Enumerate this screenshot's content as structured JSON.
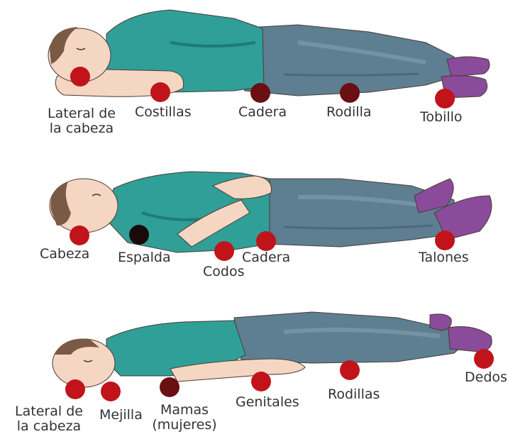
{
  "colors": {
    "skin": "#f4d6c3",
    "skin_shadow": "#dfb7a0",
    "hair": "#7a5a45",
    "shirt": "#2f9f98",
    "shirt_dark": "#227a75",
    "pants": "#5d7f91",
    "pants_light": "#7393a4",
    "socks": "#8a4b9a",
    "marker_red": "#c0141a",
    "marker_dark": "#6a0f12",
    "marker_black": "#1a0a0a",
    "outline": "#4a3a34"
  },
  "panels": [
    {
      "position": "side-lying",
      "labels": [
        {
          "key": "head_side",
          "text": "Lateral de\nla cabeza"
        },
        {
          "key": "ribs",
          "text": "Costillas"
        },
        {
          "key": "hip",
          "text": "Cadera"
        },
        {
          "key": "knee",
          "text": "Rodilla"
        },
        {
          "key": "ankle",
          "text": "Tobillo"
        }
      ]
    },
    {
      "position": "supine",
      "labels": [
        {
          "key": "head",
          "text": "Cabeza"
        },
        {
          "key": "back",
          "text": "Espalda"
        },
        {
          "key": "elbows",
          "text": "Codos"
        },
        {
          "key": "hip",
          "text": "Cadera"
        },
        {
          "key": "heels",
          "text": "Talones"
        }
      ]
    },
    {
      "position": "prone",
      "labels": [
        {
          "key": "head_side",
          "text": "Lateral de\nla cabeza"
        },
        {
          "key": "cheek",
          "text": "Mejilla"
        },
        {
          "key": "breasts",
          "text": "Mamas\n(mujeres)"
        },
        {
          "key": "genitals",
          "text": "Genitales"
        },
        {
          "key": "knees",
          "text": "Rodillas"
        },
        {
          "key": "toes",
          "text": "Dedos"
        }
      ]
    }
  ]
}
